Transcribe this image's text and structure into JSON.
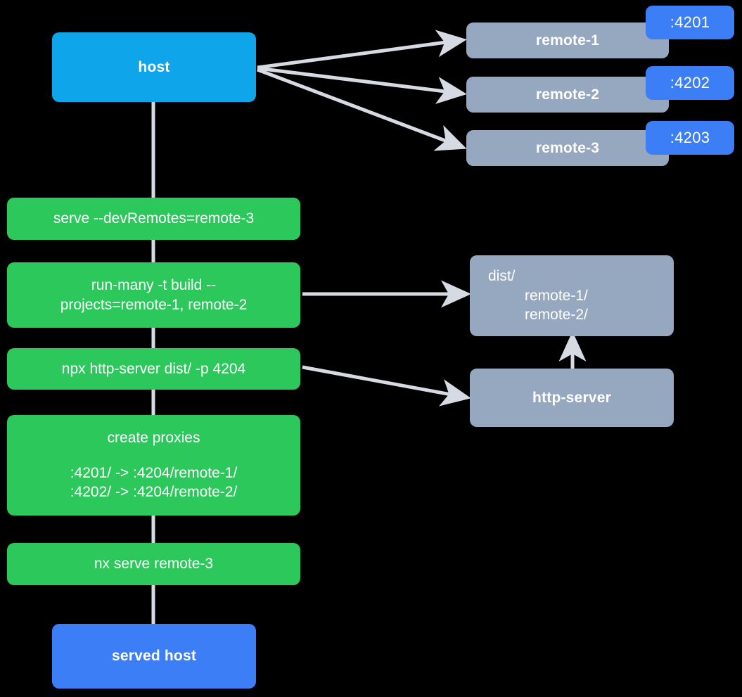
{
  "diagram": {
    "title": "Module federation host and remotes serving flow",
    "colors": {
      "background": "#000000",
      "host": "#0FA5EA",
      "command": "#2CC85C",
      "remote": "#96A7C0",
      "badge": "#3B7EF5",
      "served_host": "#3B7EF5",
      "edge": "#D5DAE3"
    },
    "nodes": {
      "host": {
        "label": "host"
      },
      "remote1": {
        "label": "remote-1",
        "port": ":4201"
      },
      "remote2": {
        "label": "remote-2",
        "port": ":4202"
      },
      "remote3": {
        "label": "remote-3",
        "port": ":4203"
      },
      "serve_cmd": {
        "label": "serve --devRemotes=remote-3"
      },
      "run_many": {
        "line1": "run-many -t build --",
        "line2": "projects=remote-1, remote-2"
      },
      "http_server_cmd": {
        "label": "npx http-server dist/ -p 4204"
      },
      "create_proxies": {
        "title": "create proxies",
        "mapping1": ":4201/ -> :4204/remote-1/",
        "mapping2": ":4202/ -> :4204/remote-2/"
      },
      "nx_serve": {
        "label": "nx serve remote-3"
      },
      "served_host": {
        "label": "served host"
      },
      "dist": {
        "line1": "dist/",
        "line2": "remote-1/",
        "line3": "remote-2/"
      },
      "http_server": {
        "label": "http-server"
      }
    },
    "edges": [
      {
        "name": "host-to-remote-1",
        "from": "host",
        "to": "remote1",
        "arrow": true
      },
      {
        "name": "host-to-remote-2",
        "from": "host",
        "to": "remote2",
        "arrow": true
      },
      {
        "name": "host-to-remote-3",
        "from": "host",
        "to": "remote3",
        "arrow": true
      },
      {
        "name": "host-to-serve-cmd",
        "from": "host",
        "to": "serve_cmd",
        "arrow": false
      },
      {
        "name": "serve-cmd-to-run-many",
        "from": "serve_cmd",
        "to": "run_many",
        "arrow": false
      },
      {
        "name": "run-many-to-http-server-cmd",
        "from": "run_many",
        "to": "http_server_cmd",
        "arrow": false
      },
      {
        "name": "http-server-cmd-to-create-proxies",
        "from": "http_server_cmd",
        "to": "create_proxies",
        "arrow": false
      },
      {
        "name": "create-proxies-to-nx-serve",
        "from": "create_proxies",
        "to": "nx_serve",
        "arrow": false
      },
      {
        "name": "nx-serve-to-served-host",
        "from": "nx_serve",
        "to": "served_host",
        "arrow": false
      },
      {
        "name": "run-many-to-dist",
        "from": "run_many",
        "to": "dist",
        "arrow": true
      },
      {
        "name": "http-server-cmd-to-http-server",
        "from": "http_server_cmd",
        "to": "http_server",
        "arrow": true
      },
      {
        "name": "http-server-to-dist",
        "from": "http_server",
        "to": "dist",
        "arrow": true
      }
    ]
  }
}
